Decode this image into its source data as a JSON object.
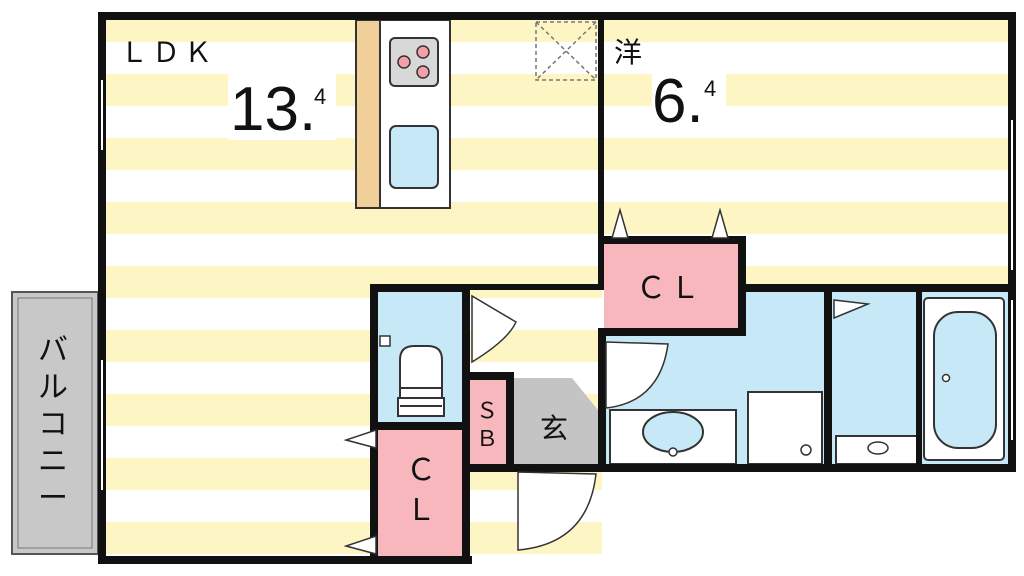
{
  "rooms": {
    "ldk": {
      "name": "ＬＤＫ",
      "size_main": "13.",
      "size_decimal": "4"
    },
    "western": {
      "name": "洋",
      "size_main": "6.",
      "size_decimal": "4"
    },
    "closet_upper": {
      "name": "ＣＬ"
    },
    "closet_lower": {
      "name_line1": "Ｃ",
      "name_line2": "Ｌ"
    },
    "storage": {
      "name_line1": "Ｓ",
      "name_line2": "Ｂ"
    },
    "entrance": {
      "name": "玄"
    },
    "balcony": {
      "name_chars": [
        "バ",
        "ル",
        "コ",
        "ニ",
        "ー"
      ]
    }
  },
  "colors": {
    "stripe_yellow": "#fdf6c4",
    "wet_area_blue": "#c6e8f7",
    "closet_pink": "#f8b7bd",
    "entrance_gray": "#c4c4c4",
    "balcony_gray": "#c8c8c8",
    "counter_tan": "#f0cf99",
    "wall": "#111111"
  }
}
